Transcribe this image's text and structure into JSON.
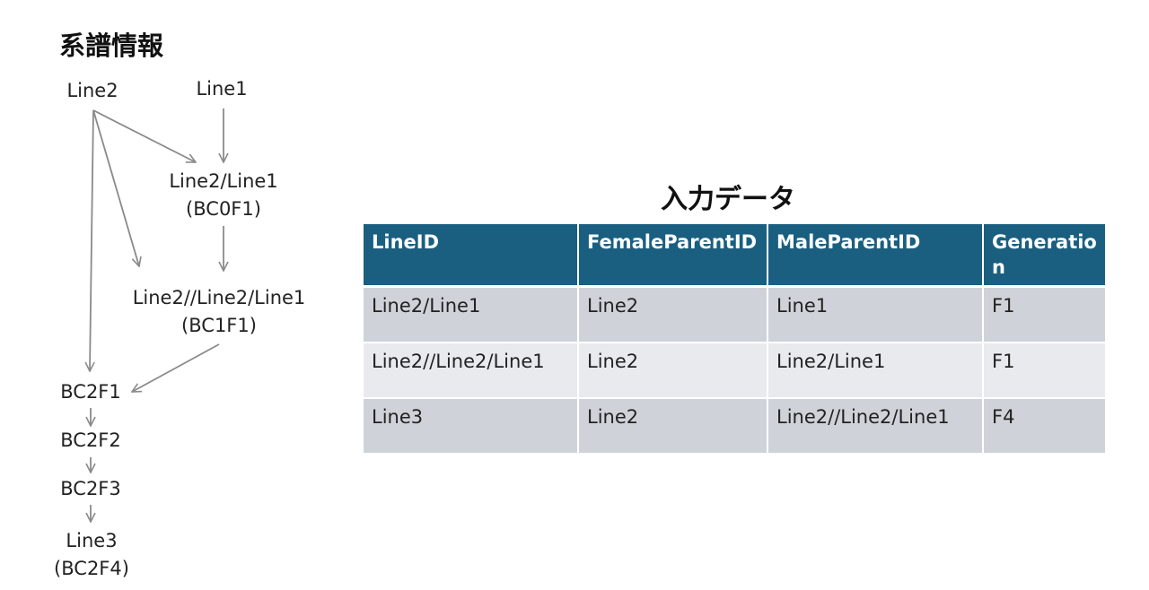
{
  "pedigree": {
    "title": "系譜情報",
    "nodes": {
      "line2": "Line2",
      "line1": "Line1",
      "cross_name": "Line2/Line1",
      "cross_gen": "(BC0F1)",
      "bc1_name": "Line2//Line2/Line1",
      "bc1_gen": "(BC1F1)",
      "bc2f1": "BC2F1",
      "bc2f2": "BC2F2",
      "bc2f3": "BC2F3",
      "line3_name": "Line3",
      "line3_gen": "(BC2F4)"
    },
    "edge_color": "#8a8a8a"
  },
  "input_table": {
    "title": "入力データ",
    "header_color": "#1a5f80",
    "columns": [
      "LineID",
      "FemaleParentID",
      "MaleParentID",
      "Generation"
    ],
    "rows": [
      [
        "Line2/Line1",
        "Line2",
        "Line1",
        "F1"
      ],
      [
        "Line2//Line2/Line1",
        "Line2",
        "Line2/Line1",
        "F1"
      ],
      [
        "Line3",
        "Line2",
        "Line2//Line2/Line1",
        "F4"
      ]
    ]
  }
}
